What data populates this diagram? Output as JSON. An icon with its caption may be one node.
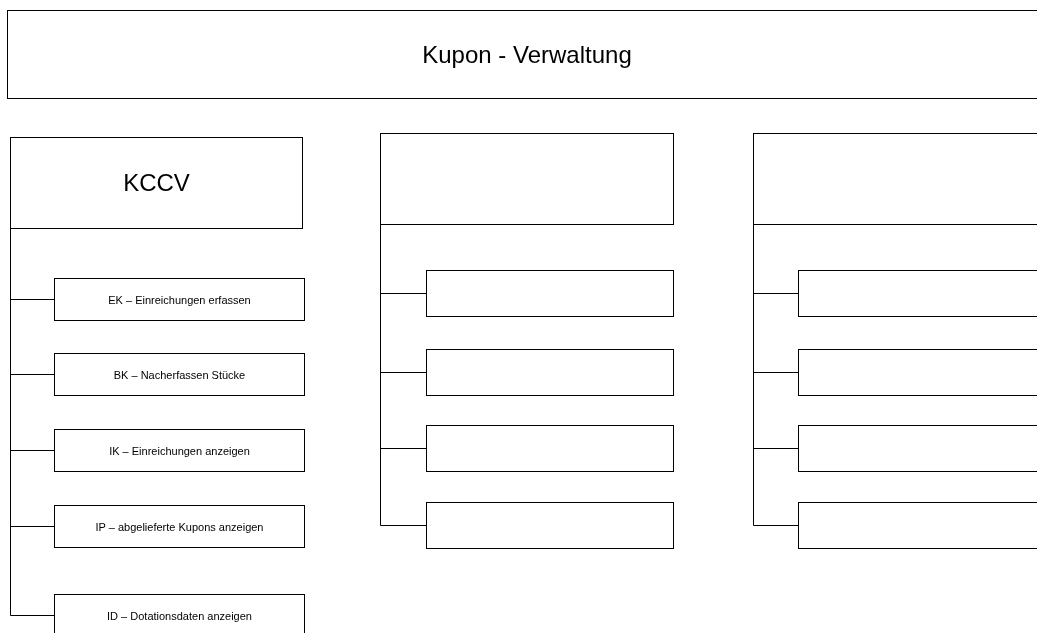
{
  "diagram": {
    "nodes": [
      {
        "text": [
          "Kupon - Verwaltung"
        ]
      },
      {
        "text": [
          "KCCV"
        ]
      },
      {
        "text": [
          "EK – Einreichungen erfassen"
        ]
      },
      {
        "text": [
          "BK – Nacherfassen Stücke"
        ]
      },
      {
        "text": [
          "IK – Einreichungen anzeigen"
        ]
      },
      {
        "text": [
          "IP – abgelieferte Kupons anzeigen"
        ]
      },
      {
        "text": [
          "ID – Dotationsdaten anzeigen"
        ]
      },
      {
        "text": [],
        "shape": "box"
      },
      {
        "text": [],
        "shape": "box"
      },
      {
        "text": [],
        "shape": "box"
      },
      {
        "text": [],
        "shape": "box"
      },
      {
        "text": [],
        "shape": "box"
      },
      {
        "text": [],
        "shape": "box"
      },
      {
        "text": [],
        "shape": "box"
      },
      {
        "text": [],
        "shape": "box"
      },
      {
        "text": [],
        "shape": "box"
      },
      {
        "text": [],
        "shape": "box"
      }
    ],
    "edges": [
      {
        "from": 1,
        "to": 2,
        "arrow": "none"
      },
      {
        "from": 1,
        "to": 3,
        "arrow": "none"
      },
      {
        "from": 1,
        "to": 4,
        "arrow": "none"
      },
      {
        "from": 1,
        "to": 5,
        "arrow": "none"
      },
      {
        "from": 1,
        "to": 6,
        "arrow": "none"
      },
      {
        "from": 7,
        "to": 8,
        "arrow": "none"
      },
      {
        "from": 7,
        "to": 9,
        "arrow": "none"
      },
      {
        "from": 7,
        "to": 10,
        "arrow": "none"
      },
      {
        "from": 7,
        "to": 11,
        "arrow": "none"
      },
      {
        "from": 12,
        "to": 13,
        "arrow": "none"
      },
      {
        "from": 12,
        "to": 14,
        "arrow": "none"
      },
      {
        "from": 12,
        "to": 15,
        "arrow": "none"
      },
      {
        "from": 12,
        "to": 16,
        "arrow": "none"
      }
    ]
  }
}
